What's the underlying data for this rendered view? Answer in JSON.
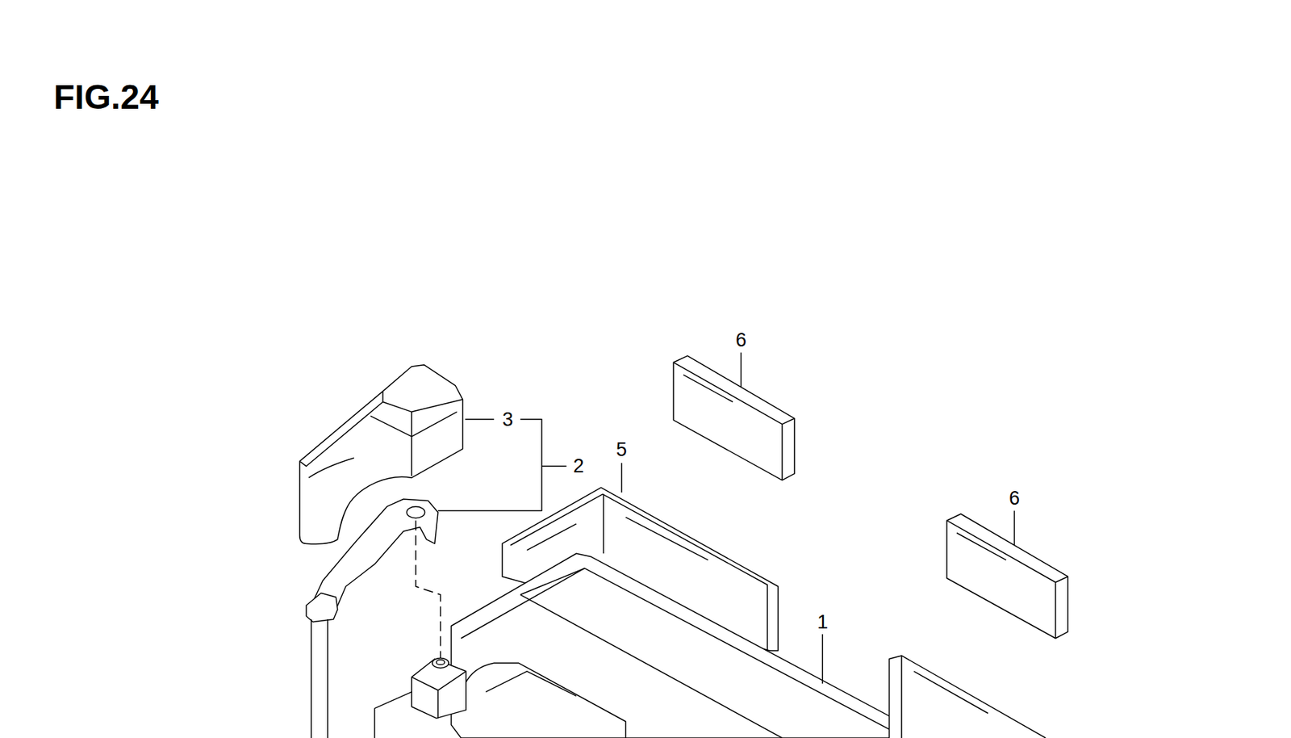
{
  "diagram": {
    "title": "FIG.24",
    "labels": [
      "3",
      "2",
      "5",
      "6",
      "6",
      "1"
    ]
  }
}
